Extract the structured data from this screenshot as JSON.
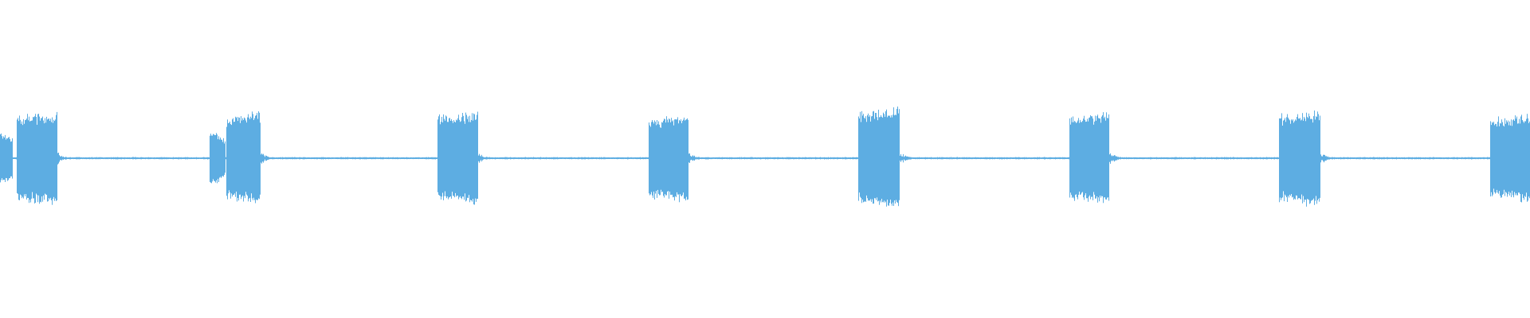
{
  "chart_data": {
    "type": "waveform",
    "title": "",
    "xlabel": "",
    "ylabel": "",
    "xlim": [
      0,
      100
    ],
    "ylim": [
      -1,
      1
    ],
    "grid": false,
    "color": "#5dade2",
    "baseline_amplitude": 0.01,
    "bursts": [
      {
        "pre": [
          -1.1,
          0.8
        ],
        "pre_amp": 0.42,
        "start": 1.1,
        "end": 3.7,
        "amp": 0.6
      },
      {
        "pre": [
          13.7,
          14.7
        ],
        "pre_amp": 0.38,
        "start": 14.8,
        "end": 17.0,
        "amp": 0.6
      },
      {
        "start": 28.6,
        "end": 31.2,
        "amp": 0.6
      },
      {
        "start": 42.4,
        "end": 45.0,
        "amp": 0.56
      },
      {
        "start": 56.1,
        "end": 58.8,
        "amp": 0.65
      },
      {
        "start": 69.9,
        "end": 72.5,
        "amp": 0.58
      },
      {
        "start": 83.6,
        "end": 86.3,
        "amp": 0.62
      },
      {
        "start": 97.4,
        "end": 100,
        "amp": 0.57
      }
    ]
  }
}
